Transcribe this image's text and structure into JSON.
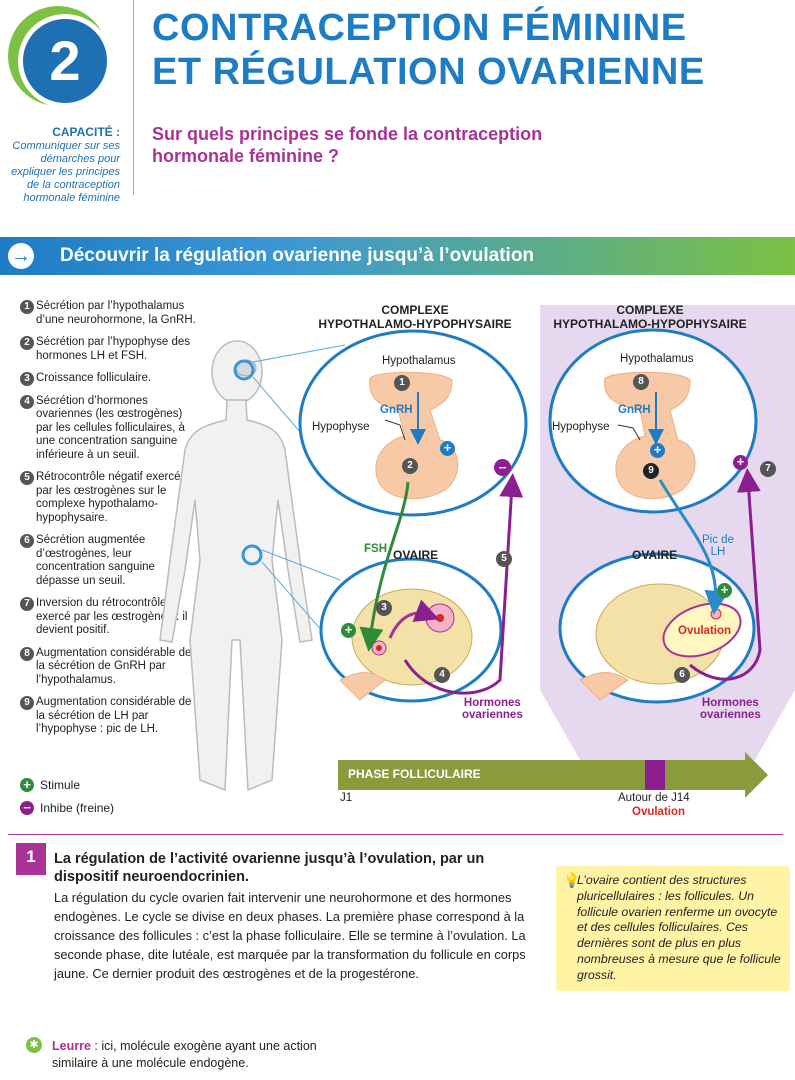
{
  "chapter": {
    "number": "2",
    "title_line1": "CONTRACEPTION FÉMININE",
    "title_line2": "ET RÉGULATION OVARIENNE"
  },
  "capacity": {
    "label": "CAPACITÉ :",
    "text": "Communiquer sur ses démarches pour expliquer les principes de la contraception hormonale féminine"
  },
  "question": "Sur quels principes se fonde la contraception hormonale féminine ?",
  "section": {
    "title": "Découvrir la régulation ovarienne jusqu’à l’ovulation"
  },
  "steps": [
    {
      "n": "1",
      "text": "Sécrétion par l’hypothalamus d’une neurohormone, la GnRH."
    },
    {
      "n": "2",
      "text": "Sécrétion par l’hypophyse des hormones LH et FSH."
    },
    {
      "n": "3",
      "text": "Croissance folliculaire."
    },
    {
      "n": "4",
      "text": "Sécrétion d’hormones ovariennes (les œstrogènes) par les cellules folliculaires, à une concentration sanguine inférieure à un seuil."
    },
    {
      "n": "5",
      "text": "Rétrocontrôle négatif exercé par les œstrogènes sur le complexe hypothalamo-hypophysaire."
    },
    {
      "n": "6",
      "text": "Sécrétion augmentée d’œstrogènes, leur concentration sanguine dépasse un seuil."
    },
    {
      "n": "7",
      "text": "Inversion du rétrocontrôle exercé par les œstrogènes : il devient positif."
    },
    {
      "n": "8",
      "text": "Augmentation considérable de la sécrétion de GnRH par l’hypothalamus."
    },
    {
      "n": "9",
      "text": "Augmentation considérable de la sécrétion de LH par l’hypophyse : pic de LH."
    }
  ],
  "symbols": {
    "stimule": "Stimule",
    "inhibe": "Inhibe (freine)",
    "plus": "+",
    "minus": "−"
  },
  "diagram": {
    "complexe": "COMPLEXE\nHYPOTHALAMO-HYPOPHYSAIRE",
    "hypothalamus": "Hypothalamus",
    "hypophyse": "Hypophyse",
    "gnrh": "GnRH",
    "fsh": "FSH",
    "pic_lh": "Pic de\nLH",
    "ovaire": "OVAIRE",
    "hormones": "Hormones\novariennes",
    "ovulation": "Ovulation",
    "phase": "PHASE FOLLICULAIRE",
    "j1": "J1",
    "j14": "Autour de J14",
    "ovulation_label": "Ovulation",
    "nums_left": [
      "1",
      "2",
      "3",
      "4",
      "5"
    ],
    "nums_right": [
      "8",
      "9",
      "6",
      "7"
    ]
  },
  "doc": {
    "number": "1",
    "title": "La régulation de l’activité ovarienne jusqu’à l’ovulation, par un dispositif neuroendocrinien.",
    "text": "La régulation du cycle ovarien fait intervenir une neurohormone et des hormones endogènes. Le cycle se divise en deux phases. La première phase correspond à la croissance des follicules : c’est la phase folliculaire. Elle se termine à l’ovulation. La seconde phase, dite lutéale, est marquée par la transformation du follicule en corps jaune. Ce dernier produit des œstrogènes et de la progestérone."
  },
  "note": "L’ovaire contient des structures pluricellulaires : les follicules. Un follicule ovarien renferme un ovocyte et des cellules folliculaires. Ces dernières sont de plus en plus nombreuses à mesure que le follicule grossit.",
  "leurre": {
    "label": "Leurre",
    "text": " : ici, molécule exogène ayant une action similaire à une molécule endogène."
  },
  "colors": {
    "blue": "#1d7cc4",
    "green": "#7cc143",
    "purple": "#a83296",
    "red": "#d8281f",
    "olive": "#8a9a3c"
  }
}
